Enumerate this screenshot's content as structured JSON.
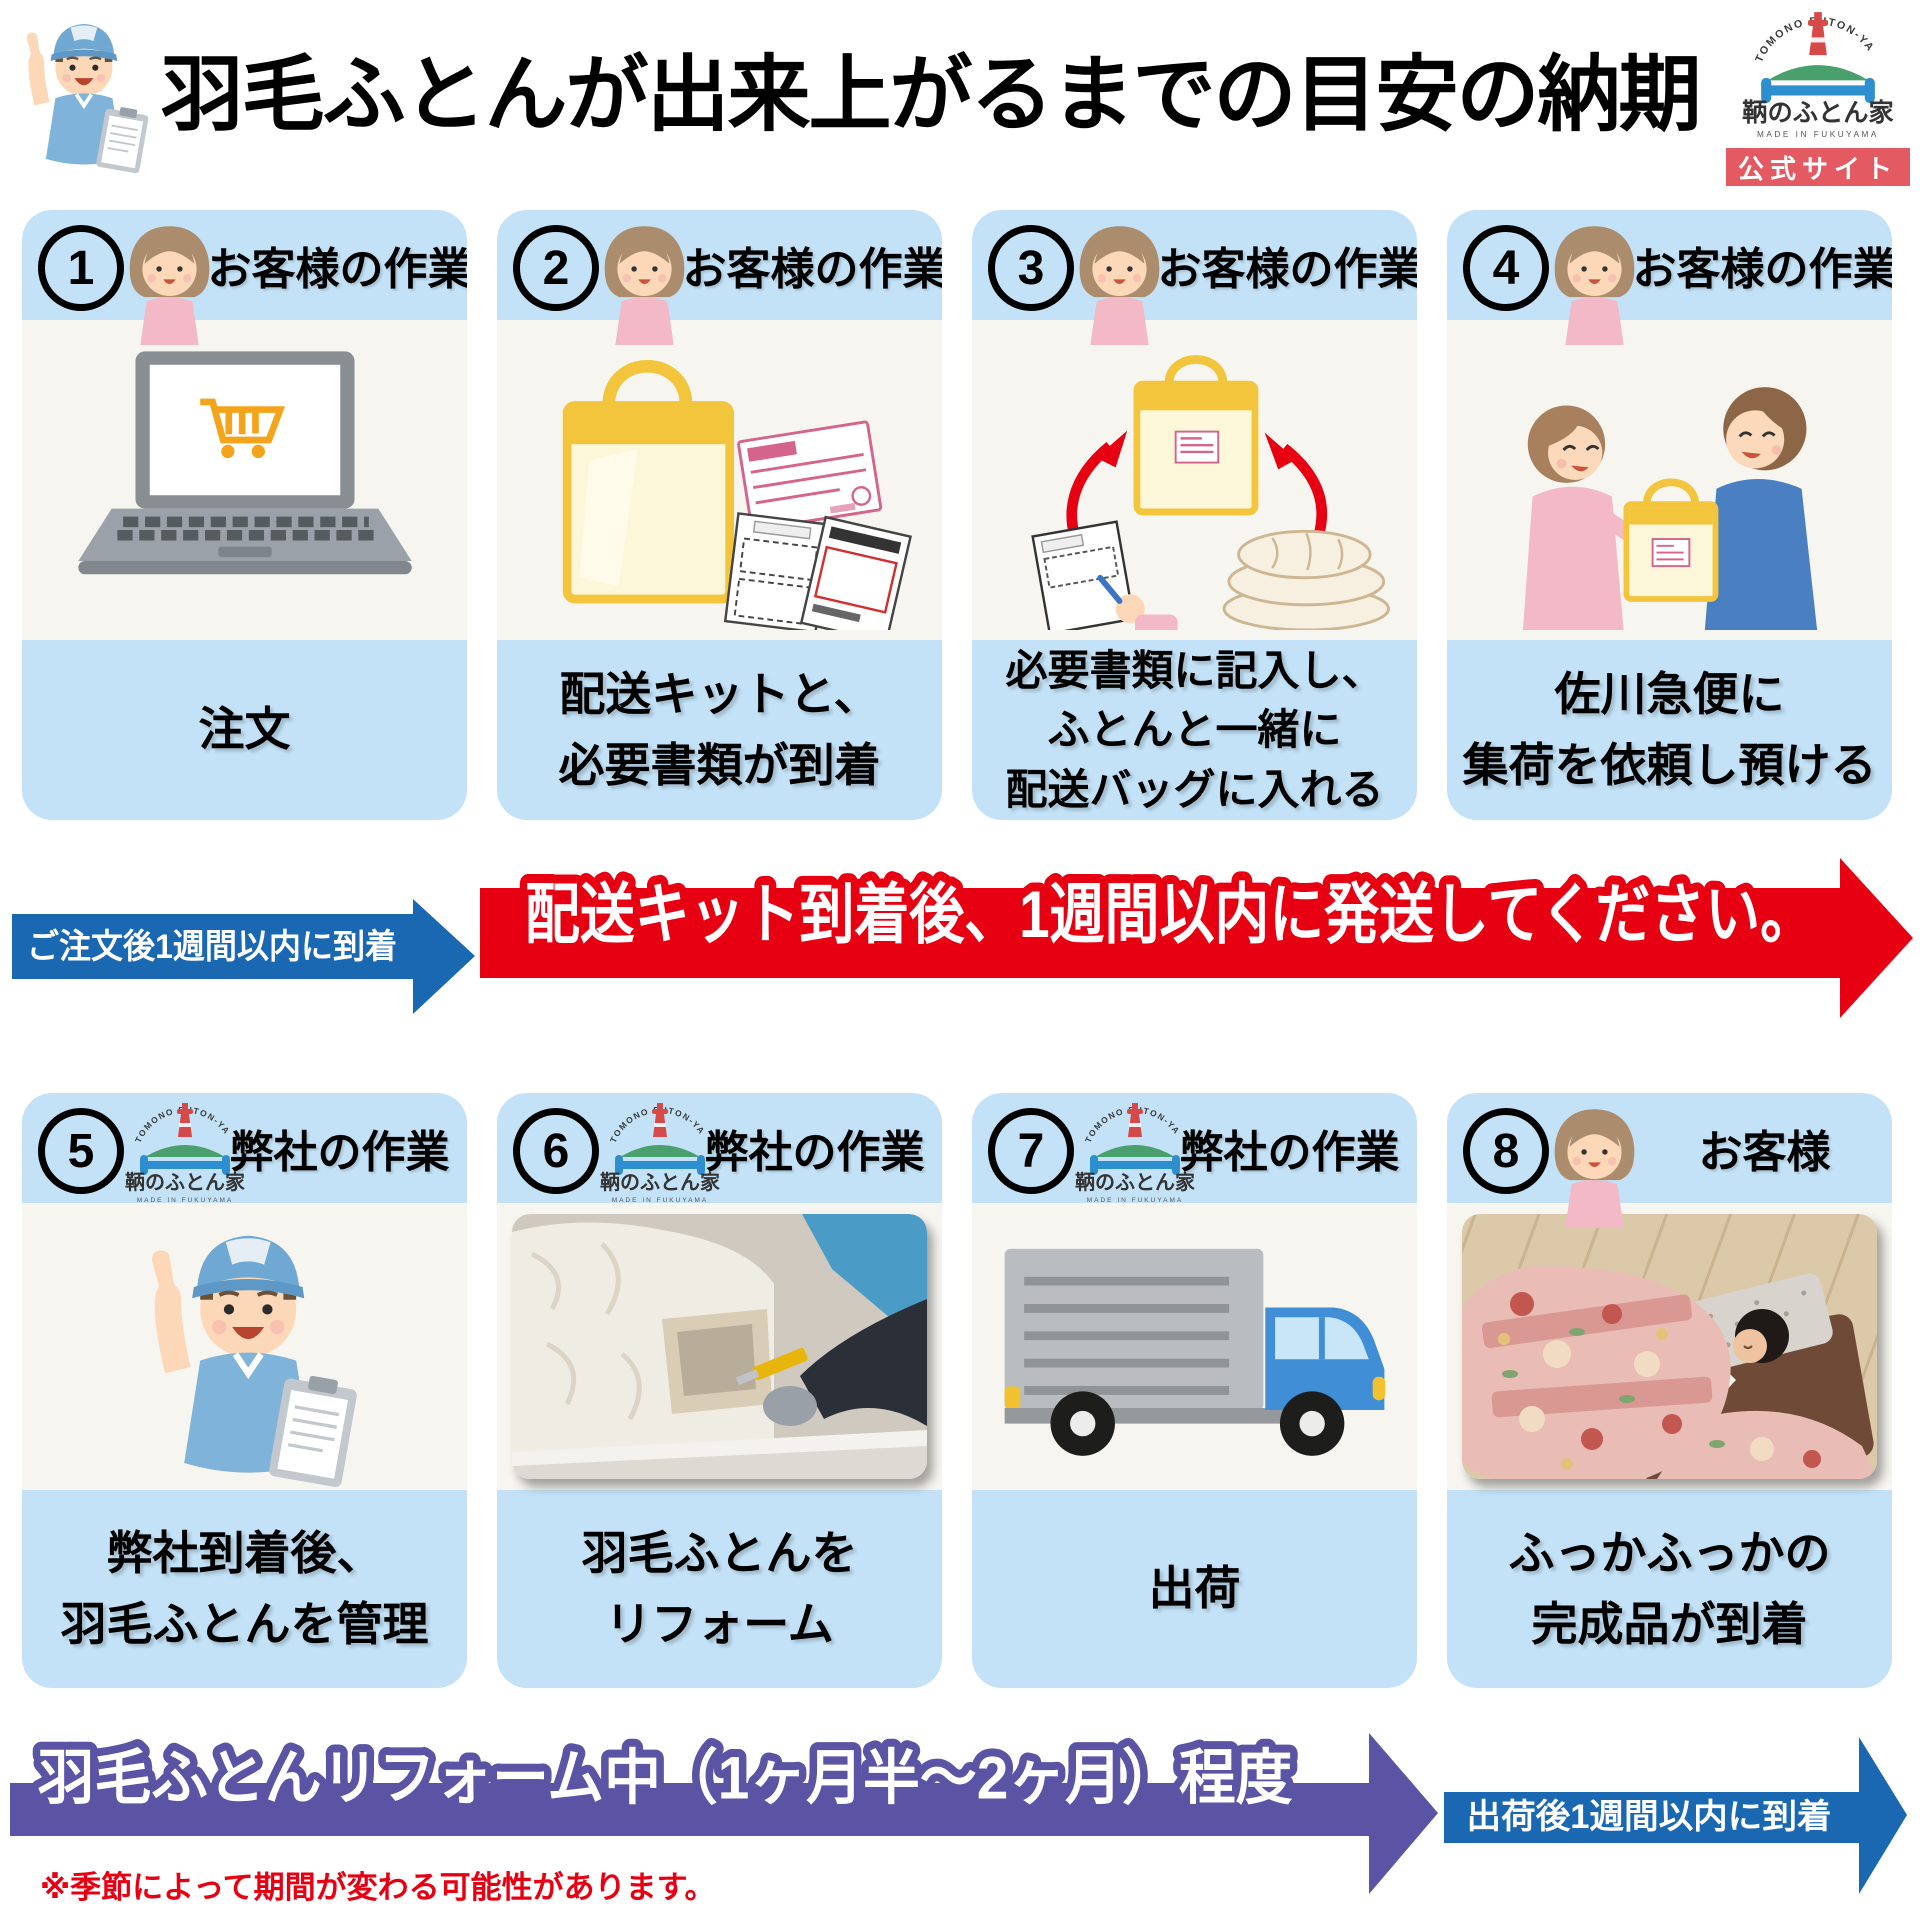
{
  "page": {
    "title": "羽毛ふとんが出来上がるまでの目安の納期"
  },
  "logo": {
    "arc_text": "TOMONO FUTON-YA",
    "name": "鞆のふとん家",
    "subtitle": "MADE IN FUKUYAMA",
    "badge": "公式サイト"
  },
  "cards": [
    {
      "number": "1",
      "actor": "お客様の作業",
      "caption_lines": [
        "注文"
      ]
    },
    {
      "number": "2",
      "actor": "お客様の作業",
      "caption_lines": [
        "配送キットと、",
        "必要書類が到着"
      ]
    },
    {
      "number": "3",
      "actor": "お客様の作業",
      "caption_lines": [
        "必要書類に記入し、",
        "ふとんと一緒に",
        "配送バッグに入れる"
      ]
    },
    {
      "number": "4",
      "actor": "お客様の作業",
      "caption_lines": [
        "佐川急便に",
        "集荷を依頼し預ける"
      ]
    },
    {
      "number": "5",
      "actor": "弊社の作業",
      "caption_lines": [
        "弊社到着後、",
        "羽毛ふとんを管理"
      ]
    },
    {
      "number": "6",
      "actor": "弊社の作業",
      "caption_lines": [
        "羽毛ふとんを",
        "リフォーム"
      ]
    },
    {
      "number": "7",
      "actor": "弊社の作業",
      "caption_lines": [
        "出荷"
      ]
    },
    {
      "number": "8",
      "actor": "お客様",
      "caption_lines": [
        "ふっかふっかの",
        "完成品が到着"
      ]
    }
  ],
  "timeline": {
    "order_arrival": {
      "label": "ご注文後1週間以内に到着",
      "color": "#1a67b2"
    },
    "ship_deadline": {
      "label": "配送キット到着後、1週間以内に発送してください。",
      "color": "#e60012"
    },
    "reform_duration": {
      "label": "羽毛ふとんリフォーム中（1ヶ月半～2ヶ月）程度",
      "color": "#5b53a3"
    },
    "delivery": {
      "label": "出荷後1週間以内に到着",
      "color": "#1a67b2"
    },
    "note": "※季節によって期間が変わる可能性があります。"
  },
  "colors": {
    "card_blue": "#c3e2f7",
    "image_bg": "#f7f5ef",
    "arrow_blue": "#1a67b2",
    "arrow_red": "#e60012",
    "arrow_purple": "#5b53a3",
    "badge_red": "#e45a63"
  }
}
